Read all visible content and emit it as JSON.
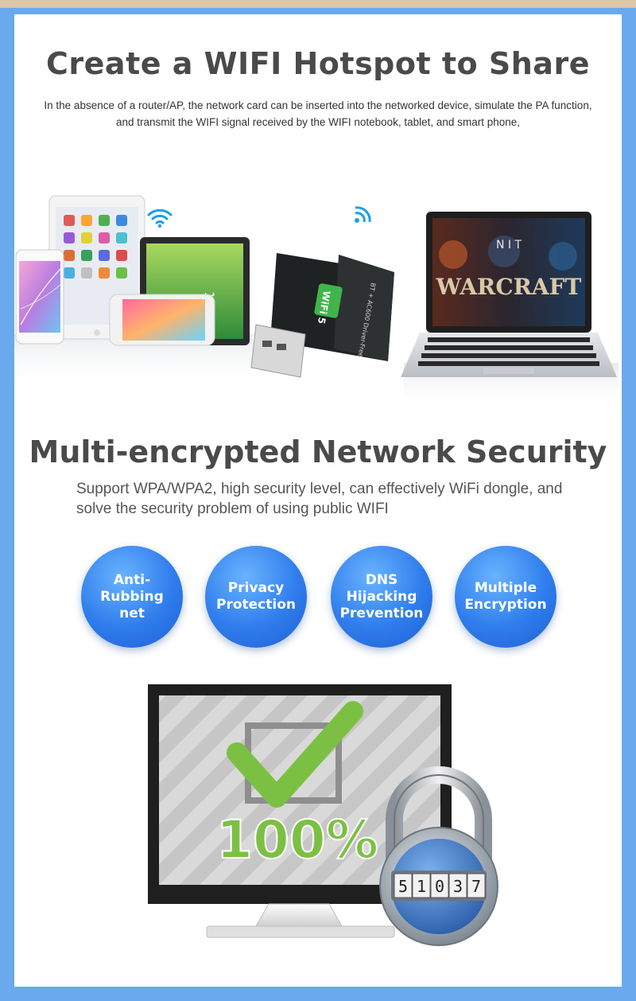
{
  "section1": {
    "title": "Create a WIFI Hotspot to Share",
    "description": "In the absence of a router/AP, the network card can be inserted into the networked device, simulate the PA function, and transmit the WIFI signal received by the WIFI notebook, tablet, and smart phone,"
  },
  "devices": {
    "tablet_time": "14:00",
    "adapter_brand": "WiFi 5",
    "adapter_label": "BT + AC600 Driver-Free",
    "laptop_game_top": "N I T",
    "laptop_game_title": "WARCRAFT"
  },
  "section2": {
    "title": "Multi-encrypted Network Security",
    "description": "Support WPA/WPA2, high security level, can effectively WiFi dongle, and solve the security problem of using public WIFI"
  },
  "features": [
    {
      "label": "Anti-Rubbing net"
    },
    {
      "label": "Privacy Protection"
    },
    {
      "label": "DNS Hijacking Prevention"
    },
    {
      "label": "Multiple Encryption"
    }
  ],
  "security_graphic": {
    "percent": "100%",
    "lock_code": [
      "5",
      "1",
      "0",
      "3",
      "7"
    ]
  },
  "colors": {
    "border": "#6aa9ee",
    "circle": "#2f7dec",
    "check_green": "#7cc043",
    "wifi_icon": "#1aa0e8"
  }
}
